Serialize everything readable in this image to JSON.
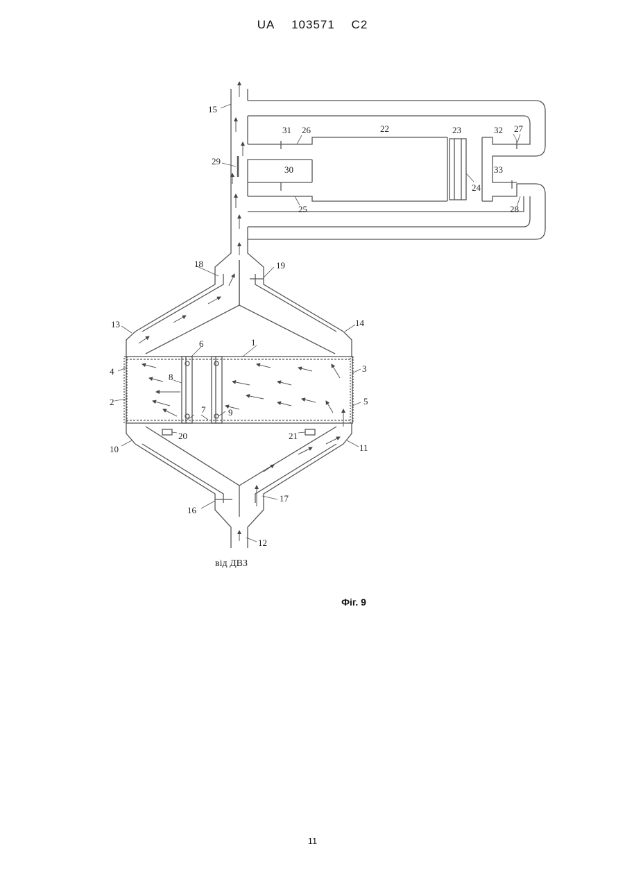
{
  "header": {
    "country": "UA",
    "number": "103571",
    "kind": "C2"
  },
  "figure": {
    "caption": "Фіг. 9",
    "source_label": "від ДВЗ",
    "labels": [
      "1",
      "2",
      "3",
      "4",
      "5",
      "6",
      "7",
      "8",
      "9",
      "10",
      "11",
      "12",
      "13",
      "14",
      "15",
      "16",
      "17",
      "18",
      "19",
      "20",
      "21",
      "22",
      "23",
      "24",
      "25",
      "26",
      "27",
      "28",
      "29",
      "30",
      "31",
      "32",
      "33"
    ]
  },
  "page_number": "11"
}
